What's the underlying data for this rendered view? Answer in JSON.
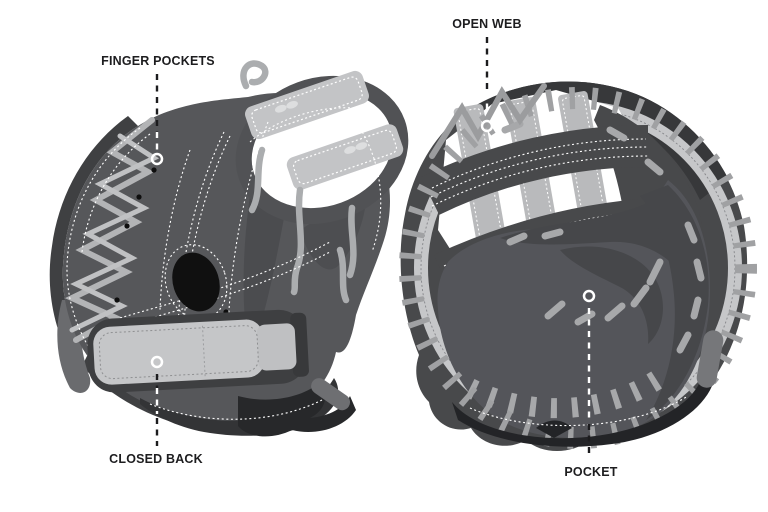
{
  "diagram": {
    "illustration": {
      "subject": "catcher's mitt",
      "views": [
        "back view",
        "palm view"
      ]
    },
    "callouts": [
      {
        "id": "finger-pockets",
        "label": "FINGER POCKETS"
      },
      {
        "id": "open-web",
        "label": "OPEN WEB"
      },
      {
        "id": "closed-back",
        "label": "CLOSED BACK"
      },
      {
        "id": "pocket",
        "label": "POCKET"
      }
    ],
    "colors": {
      "background": "#FFFFFF",
      "glove_body": "#57585B",
      "glove_shadow": "#3F4042",
      "glove_edge_dark": "#232427",
      "strap_light_gray": "#C5C6C8",
      "lace_gray": "#A4A5A7",
      "stitch_white": "#FFFFFF",
      "label_text": "#1D1D1F",
      "marker_ring": "#FFFFFF"
    }
  }
}
